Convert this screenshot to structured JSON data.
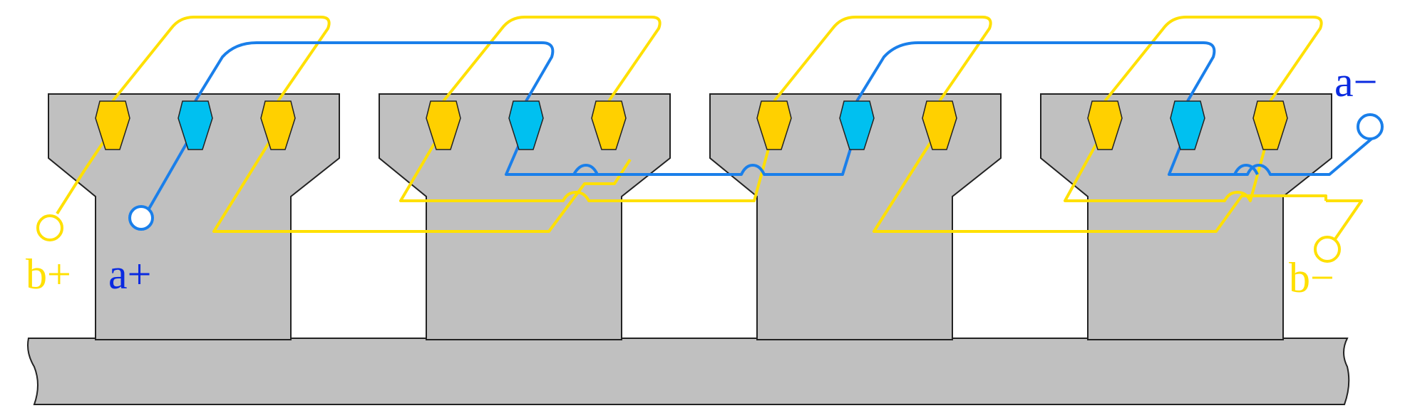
{
  "terminals": {
    "a_plus": "a+",
    "a_minus": "a−",
    "b_plus": "b+",
    "b_minus": "b−"
  },
  "colors": {
    "core_fill": "#c0c0c0",
    "core_stroke": "#222222",
    "phase_a_wire": "#1a7fea",
    "phase_a_conductor": "#00c0f0",
    "phase_b_wire": "#ffe000",
    "phase_b_conductor": "#ffd000",
    "phase_a_label": "#0a2ae0",
    "phase_b_label": "#ffe000"
  },
  "stator": {
    "teeth": 4,
    "conductors_per_tooth": [
      "b",
      "a",
      "b"
    ]
  }
}
